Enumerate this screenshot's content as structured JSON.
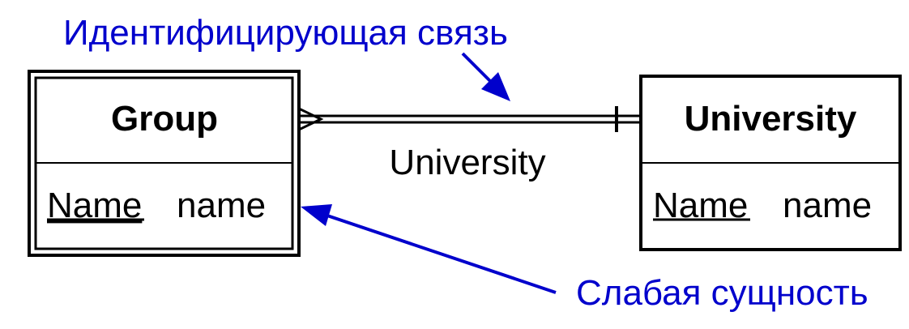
{
  "colors": {
    "annotation": "#0000cc",
    "line": "#000000"
  },
  "entities": {
    "group": {
      "title": "Group",
      "key_attribute": "Name",
      "attribute_type": "name",
      "weak": true
    },
    "university": {
      "title": "University",
      "key_attribute": "Name",
      "attribute_type": "name",
      "weak": false
    }
  },
  "relationship": {
    "label": "University",
    "identifying": true,
    "many_end": "Group",
    "one_end": "University"
  },
  "annotations": {
    "identifying_relationship": "Идентифицирующая связь",
    "weak_entity": "Слабая сущность"
  }
}
